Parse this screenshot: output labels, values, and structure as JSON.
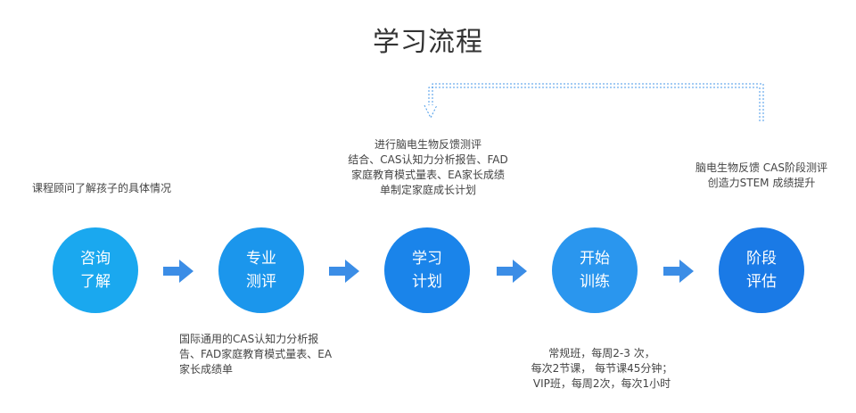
{
  "title": "学习流程",
  "steps": [
    {
      "line1": "咨询",
      "line2": "了解"
    },
    {
      "line1": "专业",
      "line2": "测评"
    },
    {
      "line1": "学习",
      "line2": "计划"
    },
    {
      "line1": "开始",
      "line2": "训练"
    },
    {
      "line1": "阶段",
      "line2": "评估"
    }
  ],
  "notes": {
    "consult": [
      "课程顾问了解孩子的具体情况"
    ],
    "plan": [
      "进行脑电生物反馈测评",
      "结合、CAS认知力分析报告、FAD",
      "家庭教育模式量表、EA家长成绩",
      "单制定家庭成长计划"
    ],
    "evaluate": [
      "脑电生物反馈 CAS阶段测评",
      "创造力STEM 成绩提升"
    ],
    "assess": [
      "国际通用的CAS认知力分析报",
      "告、FAD家庭教育模式量表、EA",
      "家长成绩单"
    ],
    "train": [
      "常规班，每周2-3 次，",
      "每次2节课， 每节课45分钟；",
      "VIP班，每周2次，每次1小时"
    ]
  },
  "colors": {
    "step1": "#1aa8ef",
    "step2": "#1b96ec",
    "step3": "#1a84ea",
    "step4": "#2a96ee",
    "step5": "#1a7ae6",
    "arrow": "#3b8de6",
    "loop": "#4a9ae8"
  },
  "icons": {
    "step_arrow": "arrow-right-icon",
    "loop_arrow": "loop-back-arrow-icon"
  }
}
